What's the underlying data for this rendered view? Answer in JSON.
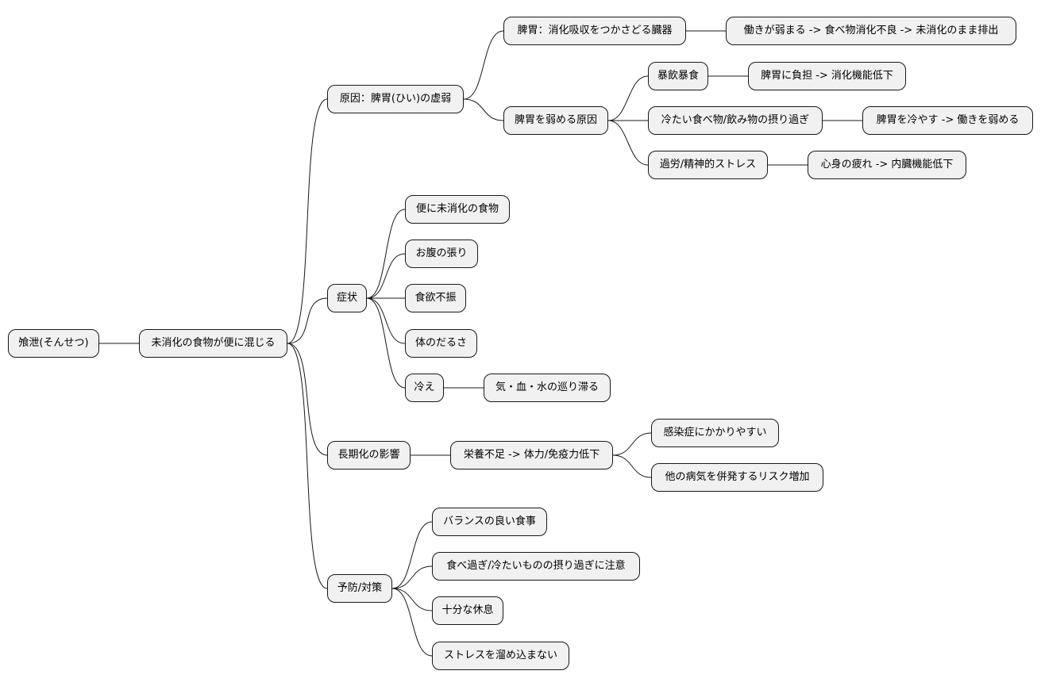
{
  "mindmap": {
    "root": "飧泄(そんせつ)",
    "level1": "未消化の食物が便に混じる",
    "cause": {
      "label": "原因：脾胃(ひい)の虚弱",
      "spleen": "脾胃：消化吸収をつかさどる臓器",
      "spleen_effect": "働きが弱まる -> 食べ物消化不良 -> 未消化のまま排出",
      "weaken": "脾胃を弱める原因",
      "overeat": "暴飲暴食",
      "overeat_effect": "脾胃に負担 -> 消化機能低下",
      "cold": "冷たい食べ物/飲み物の摂り過ぎ",
      "cold_effect": "脾胃を冷やす -> 働きを弱める",
      "stress": "過労/精神的ストレス",
      "stress_effect": "心身の疲れ -> 内臓機能低下"
    },
    "symptoms": {
      "label": "症状",
      "s1": "便に未消化の食物",
      "s2": "お腹の張り",
      "s3": "食欲不振",
      "s4": "体のだるさ",
      "s5": "冷え",
      "s5_effect": "気・血・水の巡り滞る"
    },
    "longterm": {
      "label": "長期化の影響",
      "effect": "栄養不足 -> 体力/免疫力低下",
      "r1": "感染症にかかりやすい",
      "r2": "他の病気を併発するリスク増加"
    },
    "prevention": {
      "label": "予防/対策",
      "p1": "バランスの良い食事",
      "p2": "食べ過ぎ/冷たいものの摂り過ぎに注意",
      "p3": "十分な休息",
      "p4": "ストレスを溜め込まない"
    }
  }
}
